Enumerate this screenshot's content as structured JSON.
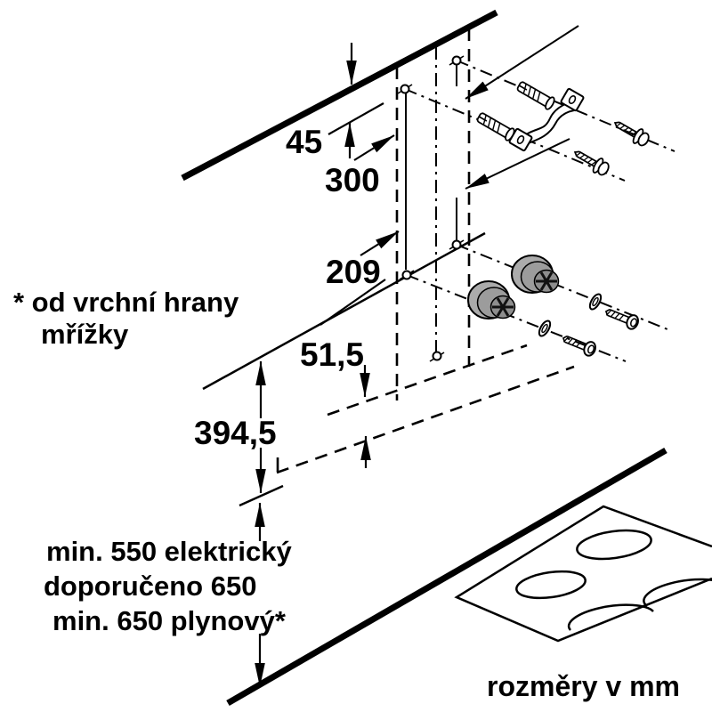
{
  "diagram_title": "wall hood installation drawing",
  "units_label": "rozměry v mm",
  "grille_note": {
    "line1": "* od vrchní hrany",
    "line2": "mřížky"
  },
  "clearance_note": {
    "line1": "min. 550 elektrický",
    "line2": "doporučeno 650",
    "line3": "min. 650 plynový*"
  },
  "dimensions": {
    "ceiling_to_top_holes": "45",
    "bracket_hole_spacing": "300",
    "holes_to_grille_top": "209",
    "grille_overlap": "51,5",
    "hood_body_height": "394,5"
  },
  "colors": {
    "line": "#000000",
    "background": "#ffffff",
    "spacer_gray": "#9c9c9c"
  }
}
